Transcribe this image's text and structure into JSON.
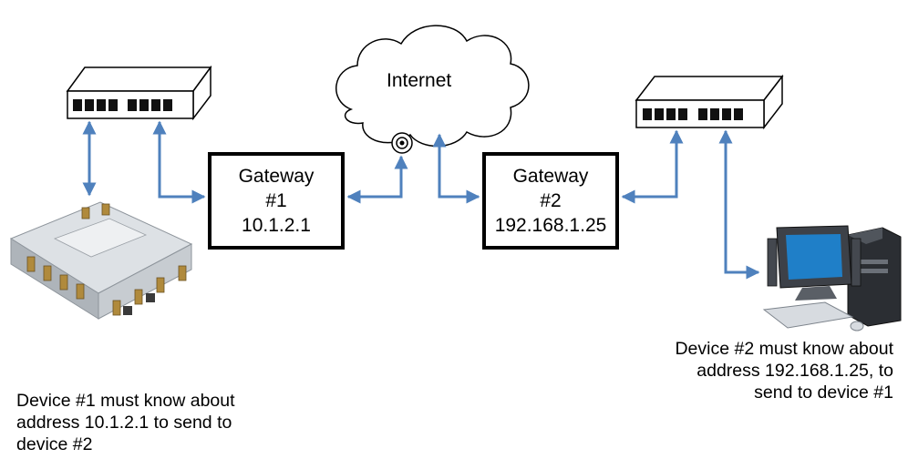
{
  "internet": {
    "label": "Internet"
  },
  "gateway1": {
    "line1": "Gateway",
    "line2": "#1",
    "address": "10.1.2.1"
  },
  "gateway2": {
    "line1": "Gateway",
    "line2": "#2",
    "address": "192.168.1.25"
  },
  "notes": {
    "device1": [
      "Device #1 must know about",
      "address 10.1.2.1 to send to",
      "device #2"
    ],
    "device2": [
      "Device #2 must know about",
      "address 192.168.1.25, to",
      "send to device #1"
    ]
  },
  "colors": {
    "arrow": "#4f81bd",
    "box_border": "#000000",
    "switch_body": "#ffffff"
  },
  "icons": [
    "network-switch-icon",
    "cloud-icon",
    "modem-icon",
    "embedded-device-icon",
    "desktop-computer-icon"
  ]
}
